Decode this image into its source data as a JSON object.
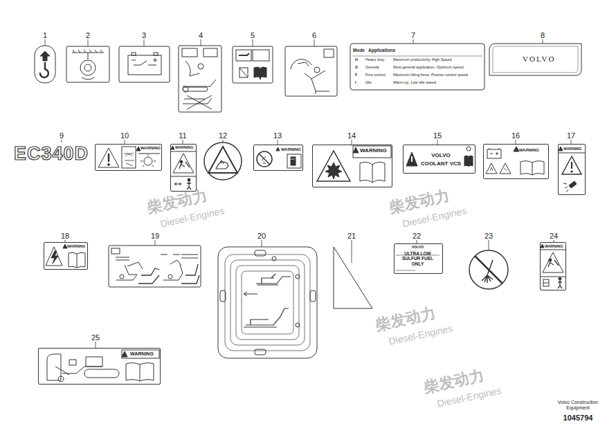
{
  "diagram": {
    "nodes": [
      {
        "text": [
          "Mode",
          "Applications",
          "H",
          "Heavy duty",
          "Maximum productivity, High Speed",
          "G",
          "General",
          "Most general application, Optimum speed.",
          "F",
          "Fine control",
          "Maximum lifting force, Precise control speed.",
          "I",
          "Idle",
          "Warm-up, Low idle speed."
        ]
      },
      {
        "text": [
          "VOLVO"
        ]
      },
      {
        "text": [
          "EC340D"
        ]
      },
      {
        "text": [
          "WARNING"
        ]
      },
      {
        "text": [
          "WARNING"
        ]
      },
      {
        "text": [
          "WARNING"
        ]
      },
      {
        "text": [
          "WARNING"
        ]
      },
      {
        "text": [
          "VOLVO COOLANT VCS"
        ]
      },
      {
        "text": [
          "WARNING"
        ]
      },
      {
        "text": [
          "WARNING"
        ]
      },
      {
        "text": [
          "WARNING"
        ]
      },
      {
        "text": [
          "VOLVO",
          "ULTRA LOW SULFUR FUEL ONLY"
        ]
      },
      {
        "text": [
          "WARNING"
        ]
      },
      {
        "text": [
          "WARNING"
        ]
      }
    ],
    "labels": [
      "1",
      "2",
      "3",
      "4",
      "5",
      "6",
      "7",
      "8",
      "9",
      "10",
      "11",
      "12",
      "13",
      "14",
      "15",
      "16",
      "17",
      "18",
      "19",
      "20",
      "21",
      "22",
      "23",
      "24",
      "25",
      "柴发动力",
      "Diesel-Engines",
      "柴发动力",
      "Diesel-Engines",
      "柴发动力",
      "Diesel-Engines",
      "柴发动力",
      "Diesel-Engines",
      "Volvo Construction Equipment",
      "1045794"
    ]
  }
}
